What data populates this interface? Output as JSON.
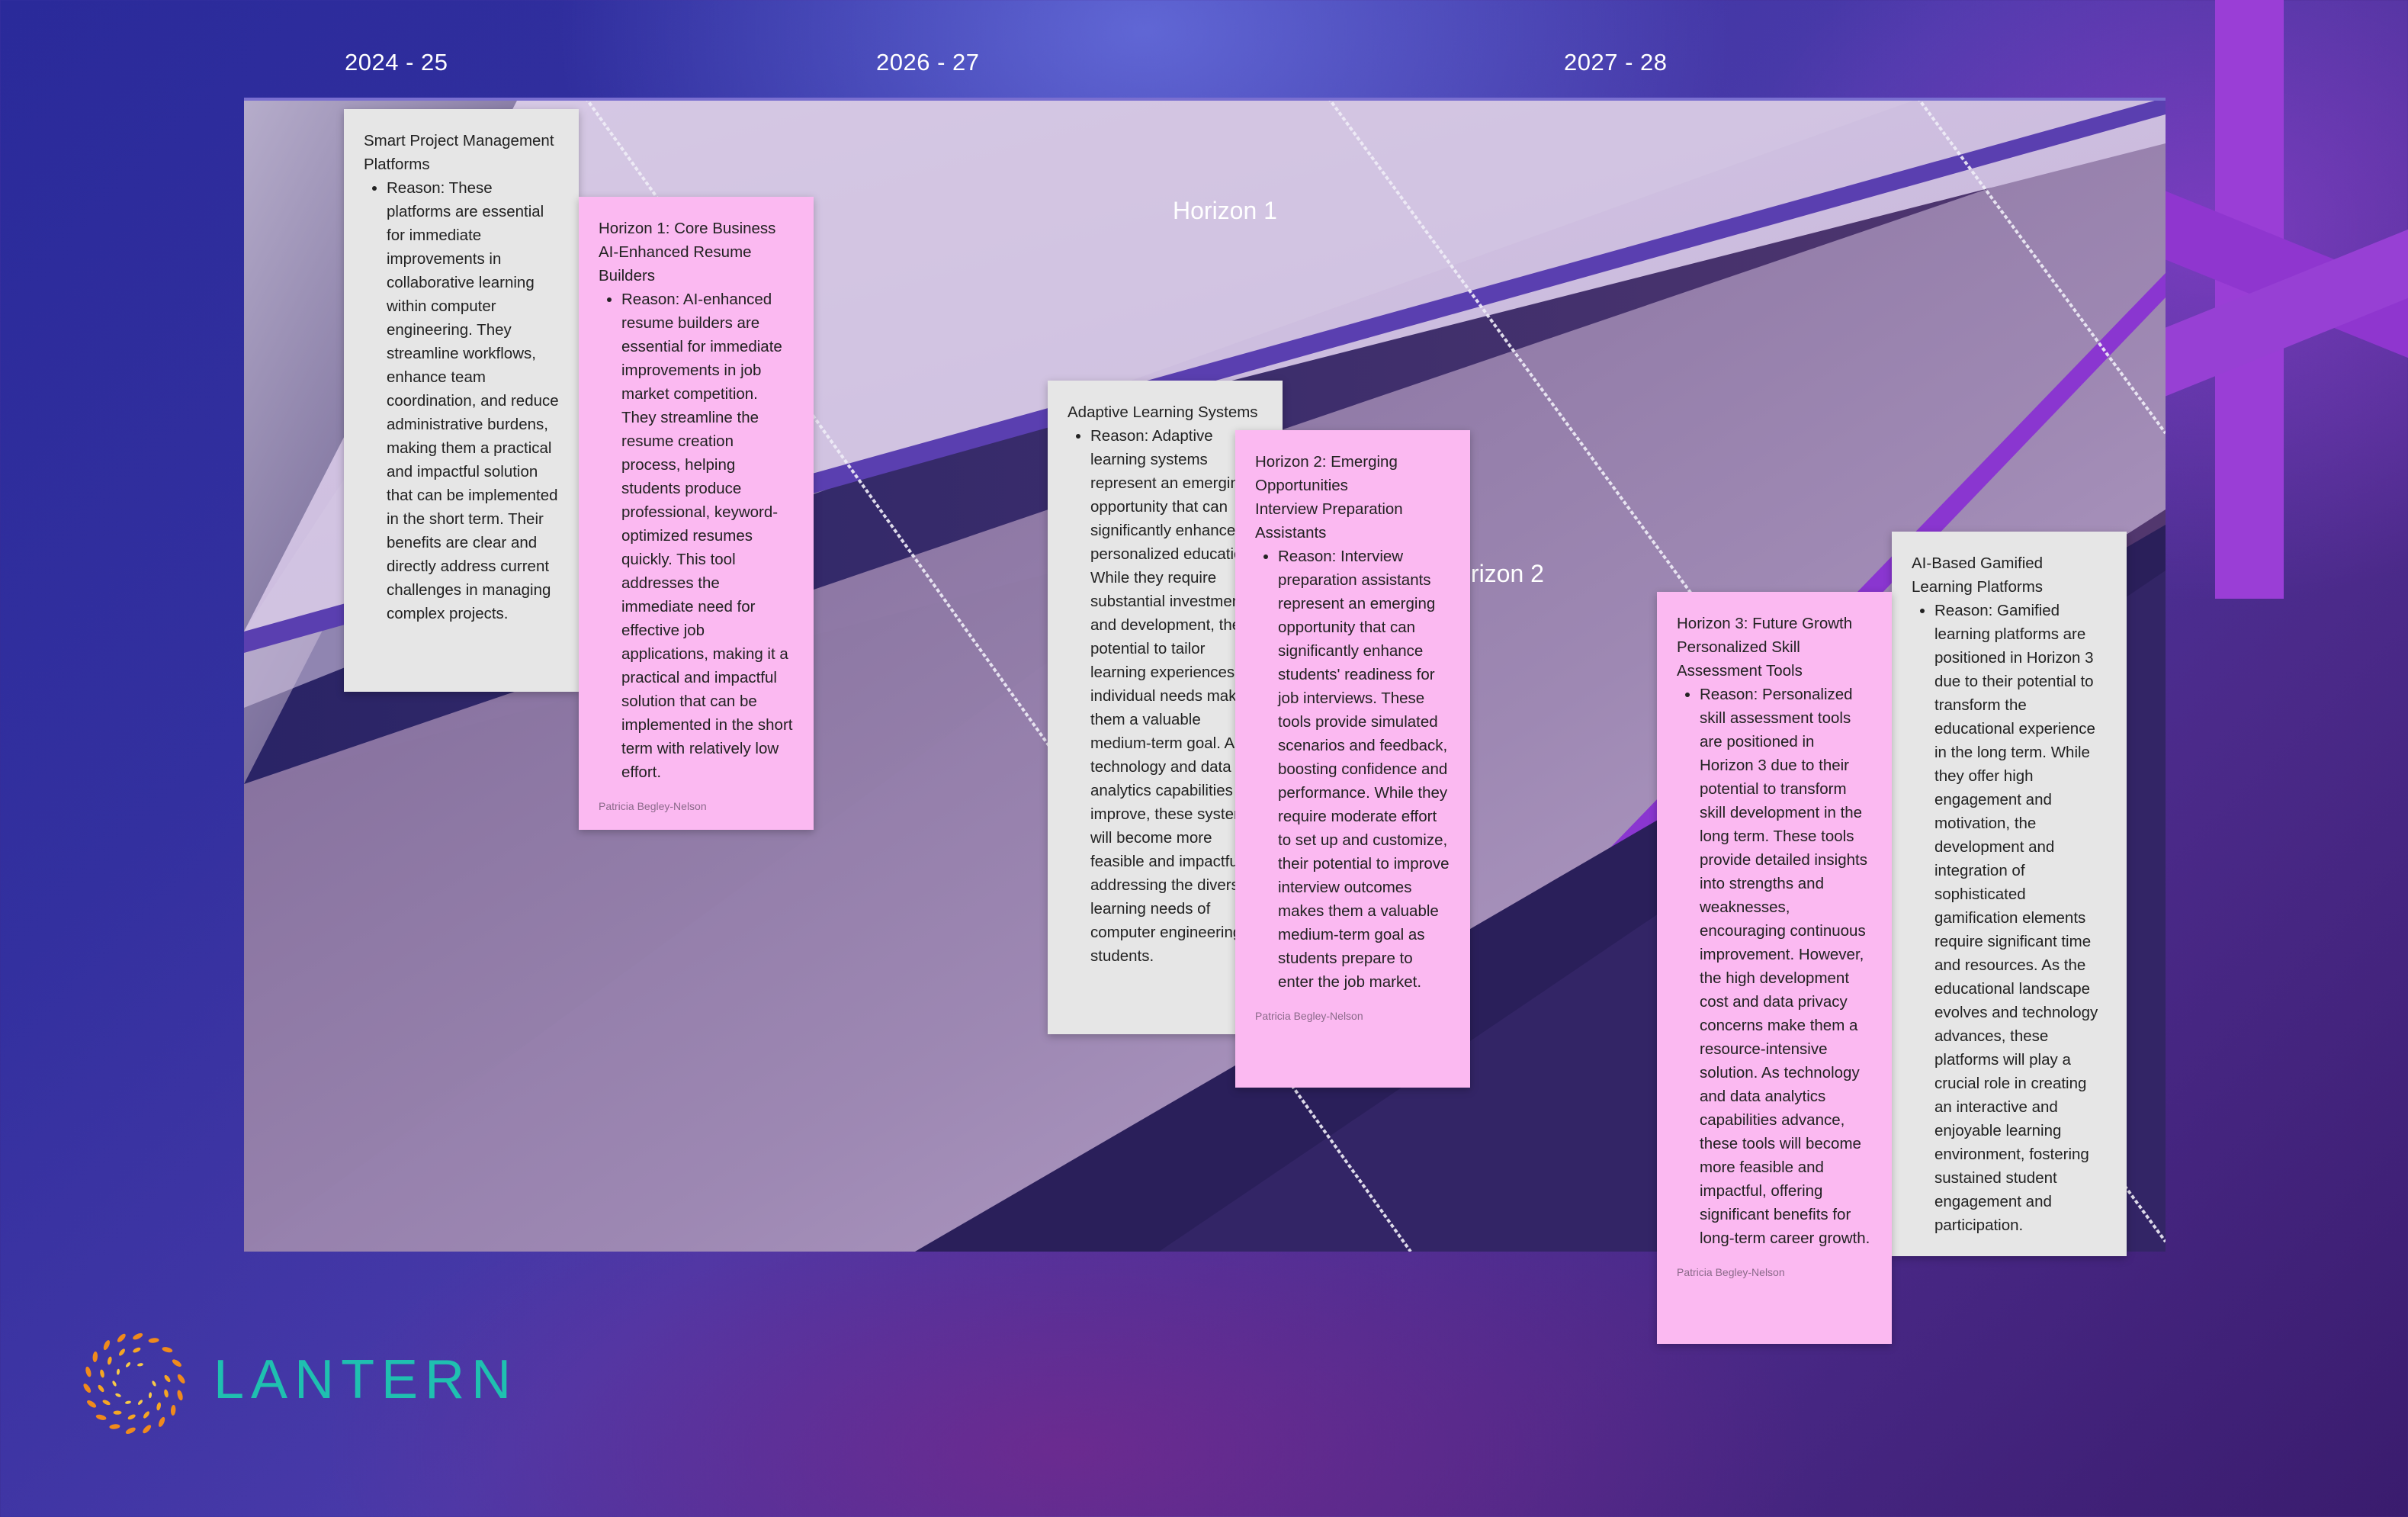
{
  "timeline": {
    "years": [
      "2024 - 25",
      "2026 - 27",
      "2027 - 28"
    ]
  },
  "horizons": {
    "h1": "Horizon 1",
    "h2": "Horizon 2"
  },
  "notes": {
    "smart_pm": {
      "title": "Smart Project Management Platforms",
      "reason": "Reason: These platforms are essential for immediate improvements in collaborative learning within computer engineering. They streamline workflows, enhance team coordination, and reduce administrative burdens, making them a practical and impactful solution that can be implemented in the short term. Their benefits are clear and directly address current challenges in managing complex projects."
    },
    "resume": {
      "title_line1": "Horizon 1: Core Business",
      "title_line2": "AI-Enhanced Resume Builders",
      "reason": "Reason: AI-enhanced resume builders are essential for immediate improvements in job market competition. They streamline the resume creation process, helping students produce professional, keyword-optimized resumes quickly. This tool addresses the immediate need for effective job applications, making it a practical and impactful solution that can be implemented in the short term with relatively low effort.",
      "author": "Patricia Begley-Nelson"
    },
    "adaptive": {
      "title": "Adaptive Learning Systems",
      "reason": "Reason: Adaptive learning systems represent an emerging opportunity that can significantly enhance personalized education. While they require substantial investment and development, their potential to tailor learning experiences to individual needs makes them a valuable medium-term goal. As technology and data analytics capabilities improve, these systems will become more feasible and impactful, addressing the diverse learning needs of computer engineering students."
    },
    "interview": {
      "title_line1": "Horizon 2: Emerging Opportunities",
      "title_line2": "Interview Preparation Assistants",
      "reason": "Reason: Interview preparation assistants represent an emerging opportunity that can significantly enhance students' readiness for job interviews. These tools provide simulated scenarios and feedback, boosting confidence and performance. While they require moderate effort to set up and customize, their potential to improve interview outcomes makes them a valuable medium-term goal as students prepare to enter the job market.",
      "author": "Patricia Begley-Nelson"
    },
    "skill": {
      "title_line1": "Horizon 3: Future Growth",
      "title_line2": "Personalized Skill Assessment Tools",
      "reason": "Reason: Personalized skill assessment tools are positioned in Horizon 3 due to their potential to transform skill development in the long term. These tools provide detailed insights into strengths and weaknesses, encouraging continuous improvement. However, the high development cost and data privacy concerns make them a resource-intensive solution. As technology and data analytics capabilities advance, these tools will become more feasible and impactful, offering significant benefits for long-term career growth.",
      "author": "Patricia Begley-Nelson"
    },
    "gamified": {
      "title": "AI-Based Gamified Learning Platforms",
      "reason": "Reason: Gamified learning platforms are positioned in Horizon 3 due to their potential to transform the educational experience in the long term. While they offer high engagement and motivation, the development and integration of sophisticated gamification elements require significant time and resources. As the educational landscape evolves and technology advances, these platforms will play a crucial role in creating an interactive and enjoyable learning environment, fostering sustained student engagement and participation."
    }
  },
  "brand": {
    "name": "LANTERN",
    "text_color": "#1fc0b0",
    "icon": "sunburst-logo-icon"
  },
  "colors": {
    "note_gray": "#e6e6e6",
    "note_pink": "#fbb9f1",
    "accent_purple": "#a13ee0"
  }
}
